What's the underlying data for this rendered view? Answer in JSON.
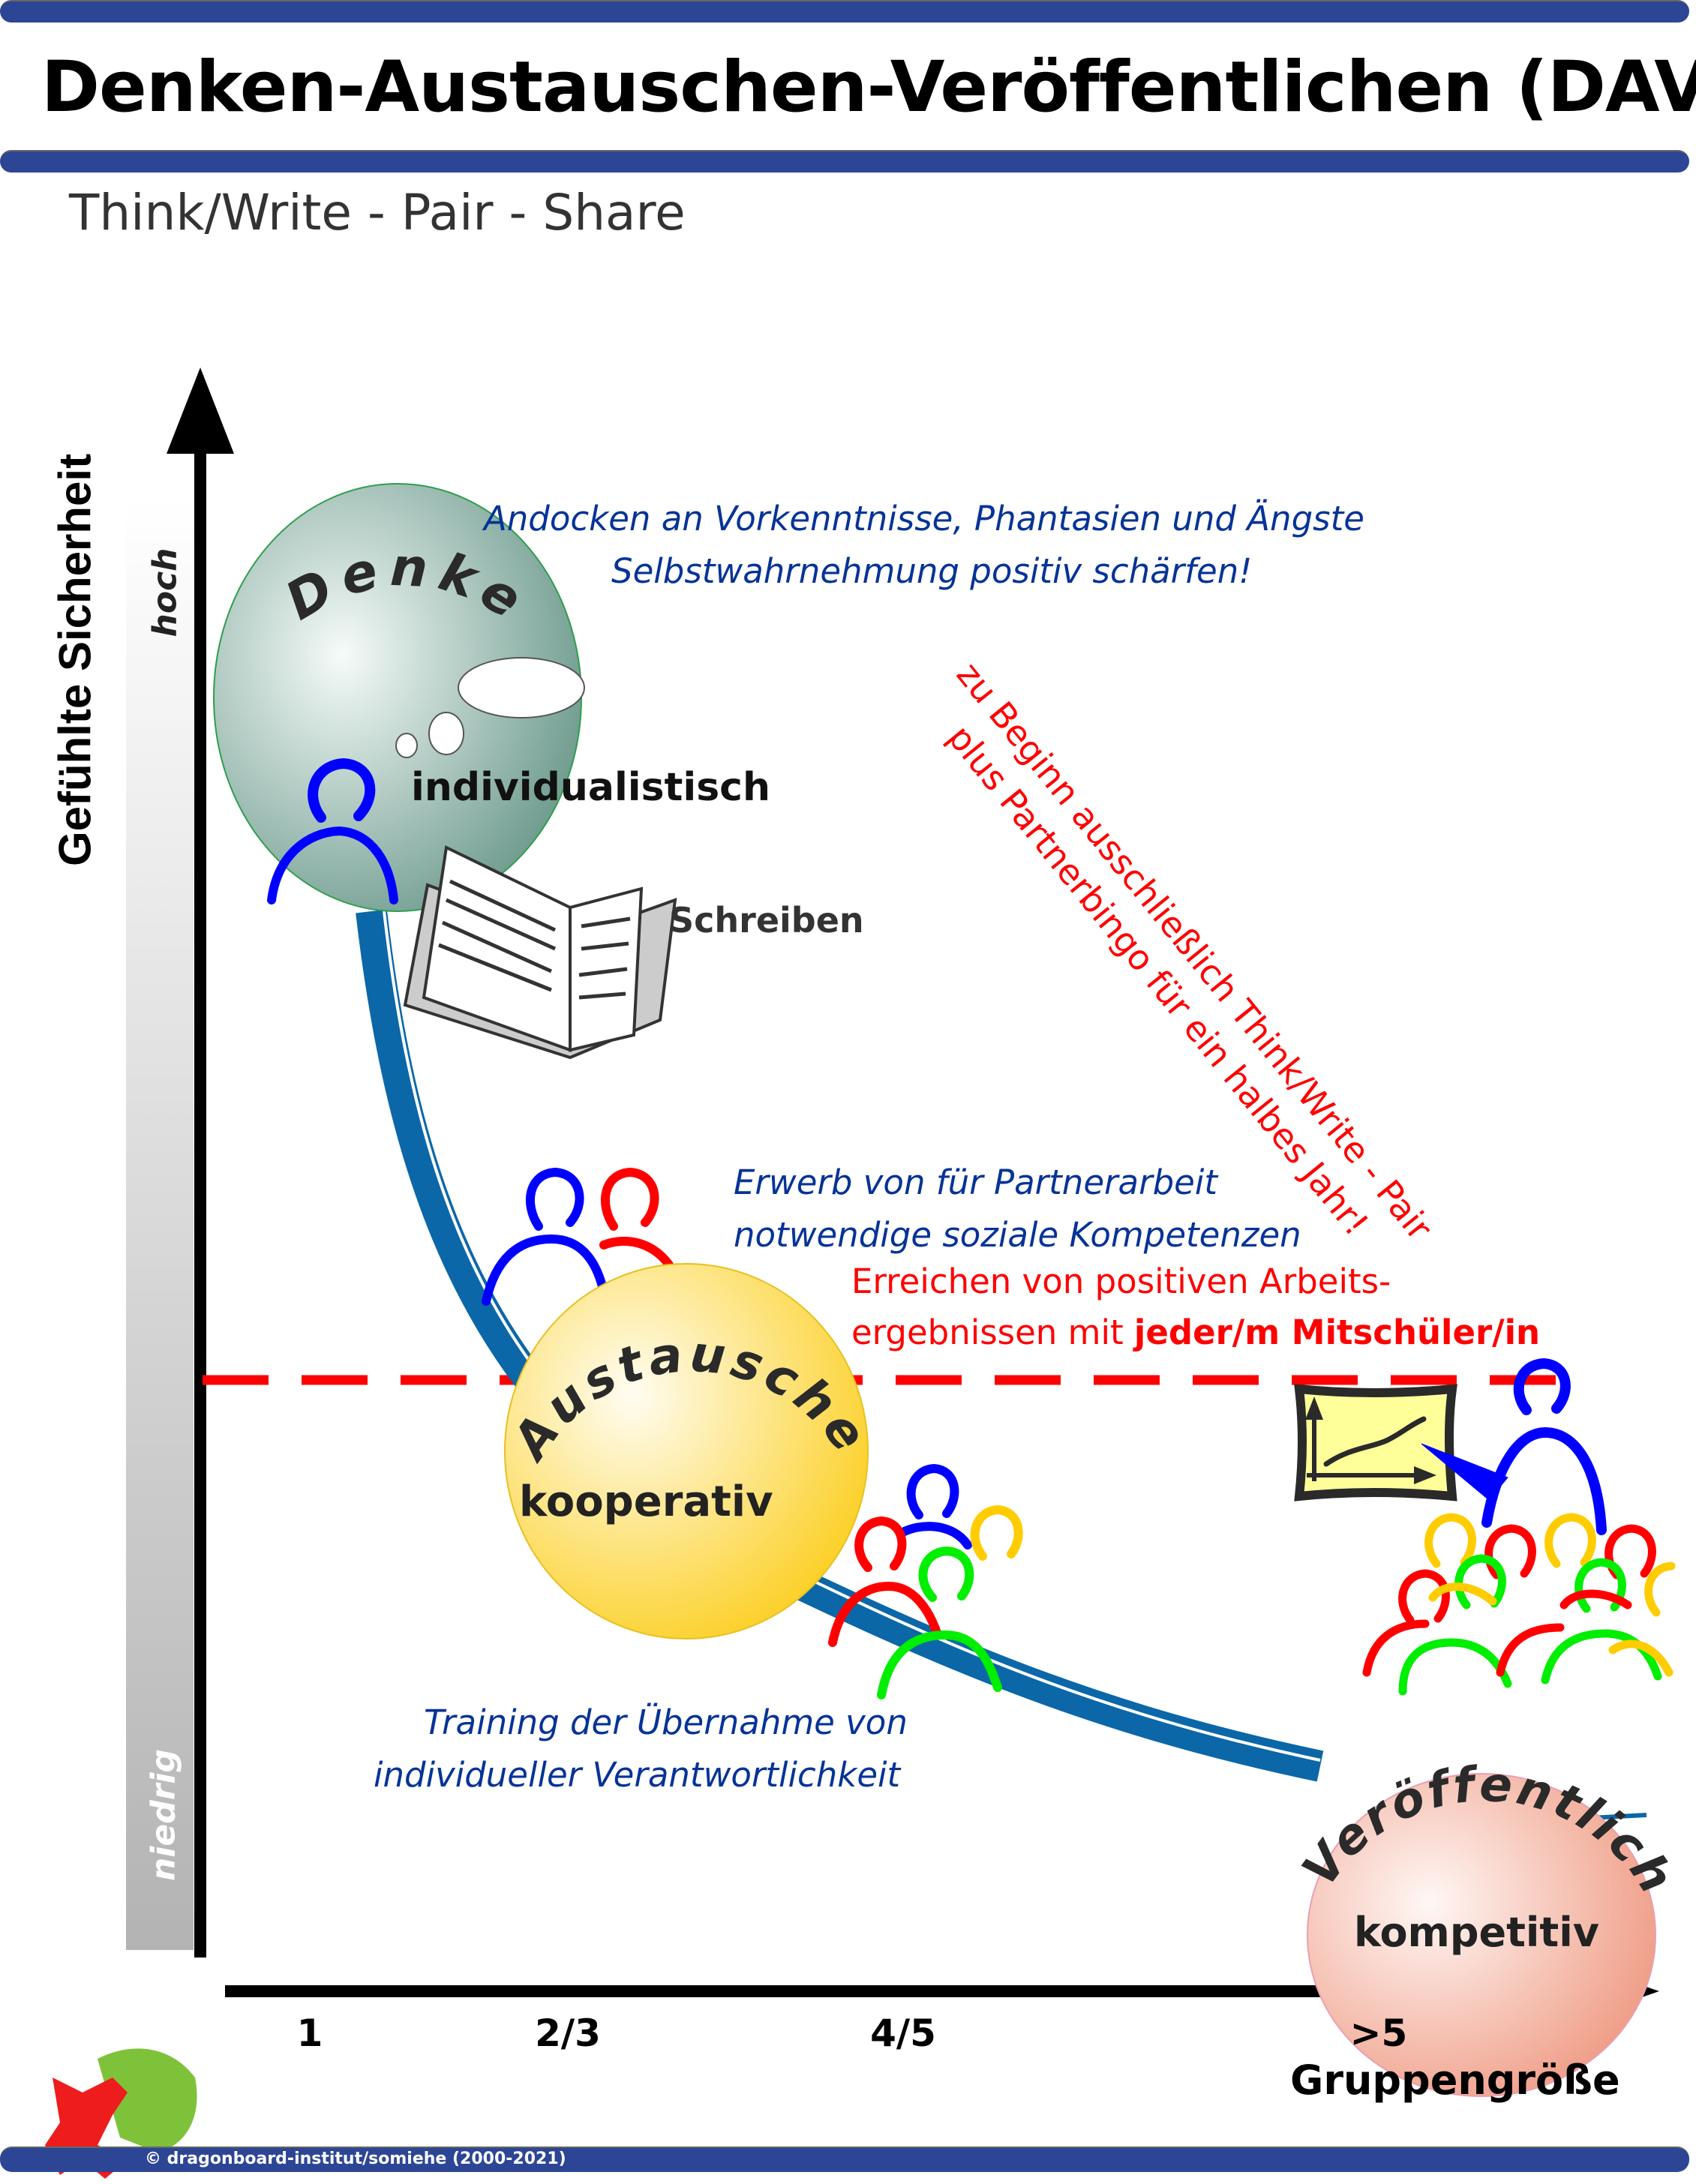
{
  "header": {
    "title": "Denken-Austauschen-Veröffentlichen (DAV)",
    "subtitle": "Think/Write - Pair - Share"
  },
  "axes": {
    "y_label": "Gefühlte Sicherheit",
    "y_high": "hoch",
    "y_low": "niedrig",
    "x_label": "Gruppengröße",
    "x_ticks": [
      "1",
      "2/3",
      "4/5",
      ">5"
    ]
  },
  "phases": [
    {
      "name": "Denken",
      "mode": "individualistisch",
      "activity": "Schreiben",
      "color": "#8fb5a8"
    },
    {
      "name": "Austauschen",
      "mode": "kooperativ",
      "color": "#fcd73f"
    },
    {
      "name": "Veröffentlichen",
      "mode": "kompetitiv",
      "color": "#f0a08a"
    }
  ],
  "notes": {
    "denken_line1": "Andocken an Vorkenntnisse, Phantasien und Ängste",
    "denken_line2": "Selbstwahrnehmung positiv schärfen!",
    "partner_line1": "Erwerb von für Partnerarbeit",
    "partner_line2": "notwendige soziale Kompetenzen",
    "result_line1": "Erreichen von positiven Arbeits-",
    "result_line2_plain": "ergebnissen mit ",
    "result_line2_bold": "jeder/m Mitschüler/in",
    "training_line1": "Training der Übernahme von",
    "training_line2": "individueller Verantwortlichkeit",
    "diagonal_line1": "zu Beginn ausschließlich Think/Write - Pair",
    "diagonal_line2": "plus Partnerbingo für ein halbes Jahr!"
  },
  "colors": {
    "bar": "#2d4595",
    "note_blue": "#063397",
    "red": "#ff0000",
    "path_blue": "#0b67a8",
    "person_blue": "#0000ff",
    "person_red": "#ff0000",
    "person_yellow": "#ffcc00",
    "person_green": "#00ee00"
  },
  "footer": {
    "copyright": "© dragonboard-institut/somiehe (2000-2021)"
  }
}
